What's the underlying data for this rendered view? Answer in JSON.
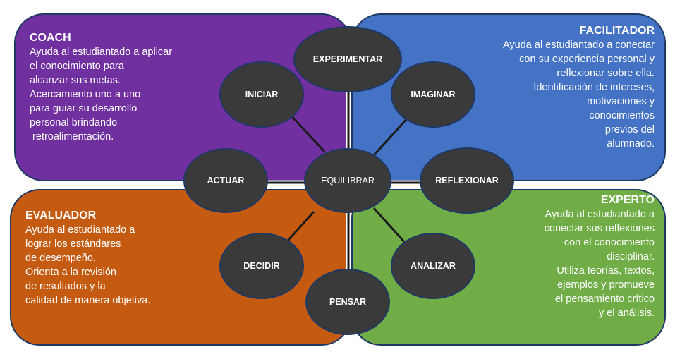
{
  "quadrants": {
    "coach": {
      "title": "COACH",
      "lines": [
        "Ayuda al estudiantado a aplicar",
        "el conocimiento para",
        "alcanzar sus metas.",
        "Acercamiento uno a uno",
        "para guiar su desarrollo",
        "personal brindando",
        " retroalimentación."
      ],
      "color": "#7030a0"
    },
    "facilitador": {
      "title": "FACILITADOR",
      "lines": [
        "Ayuda al estudiantado a conectar",
        "con su experiencia personal y",
        "reflexionar sobre ella.",
        "Identificación de intereses,",
        "motivaciones y",
        "conocimientos",
        "previos del",
        "alumnado."
      ],
      "color": "#4472c4"
    },
    "evaluador": {
      "title": "EVALUADOR",
      "lines": [
        "Ayuda al estudiantado a",
        "lograr los estándares",
        "de desempeño.",
        "Orienta a la revisión",
        "de resultados y la",
        "calidad de manera objetiva."
      ],
      "color": "#c55a11"
    },
    "experto": {
      "title": "EXPERTO",
      "lines": [
        "Ayuda al estudiantado a",
        "conectar sus reflexiones",
        "con el conocimiento",
        "disciplinar.",
        "Utiliza teorías, textos,",
        "ejemplos y promueve",
        "el pensamiento crítico",
        "y el análisis."
      ],
      "color": "#70ad47"
    }
  },
  "nodes": {
    "center": "EQUILIBRAR",
    "experimentar": "EXPERIMENTAR",
    "imaginar": "IMAGINAR",
    "reflexionar": "REFLEXIONAR",
    "analizar": "ANALIZAR",
    "pensar": "PENSAR",
    "decidir": "DECIDIR",
    "actuar": "ACTUAR",
    "iniciar": "INICIAR"
  },
  "node_color": "#3a3a3a"
}
